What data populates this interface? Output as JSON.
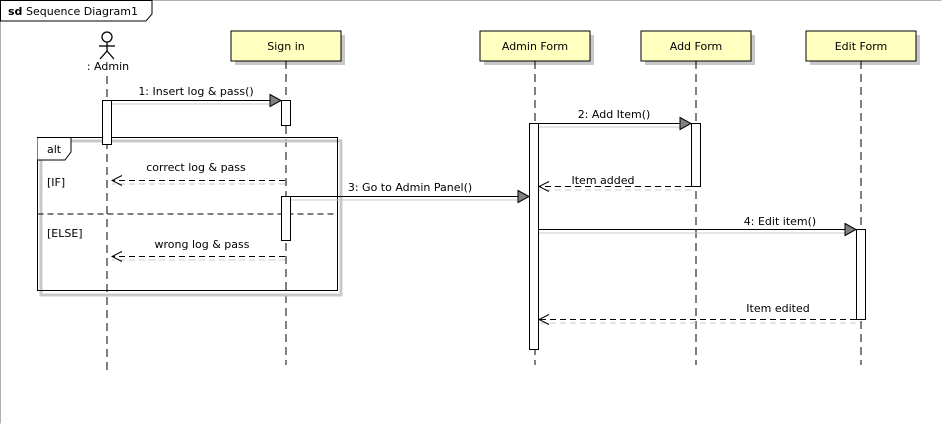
{
  "frame": {
    "keyword": "sd",
    "title": "Sequence Diagram1"
  },
  "actor": {
    "label": ": Admin"
  },
  "lifelines": [
    {
      "id": "signin",
      "label": "Sign in"
    },
    {
      "id": "adminform",
      "label": "Admin Form"
    },
    {
      "id": "addform",
      "label": "Add Form"
    },
    {
      "id": "editform",
      "label": "Edit Form"
    }
  ],
  "fragment": {
    "operator": "alt",
    "guard_if": "[IF]",
    "guard_else": "[ELSE]"
  },
  "messages": [
    {
      "id": "m1",
      "label": "1: Insert log & pass()",
      "type": "sync"
    },
    {
      "id": "m2",
      "label": "2: Add Item()",
      "type": "sync"
    },
    {
      "id": "r1",
      "label": "correct log & pass",
      "type": "return"
    },
    {
      "id": "r2",
      "label": "Item added",
      "type": "return"
    },
    {
      "id": "m3",
      "label": "3: Go to Admin Panel()",
      "type": "sync"
    },
    {
      "id": "m4",
      "label": "4: Edit item()",
      "type": "sync"
    },
    {
      "id": "r3",
      "label": "wrong log & pass",
      "type": "return"
    },
    {
      "id": "r4",
      "label": "Item edited",
      "type": "return"
    }
  ],
  "colors": {
    "lifeline_head_fill": "#ffffc0",
    "line": "#000000",
    "shadow": "#c8c8c8",
    "arrowhead_fill": "#808080"
  }
}
